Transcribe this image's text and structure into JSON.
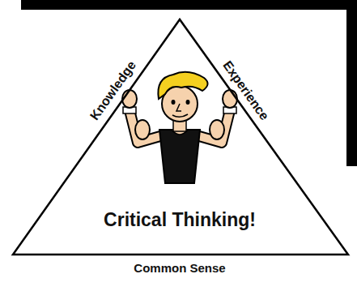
{
  "diagram": {
    "nodes": [
      {
        "text": [
          "Knowledge",
          "Experience",
          "Critical Thinking!",
          "Common Sense"
        ]
      }
    ]
  }
}
